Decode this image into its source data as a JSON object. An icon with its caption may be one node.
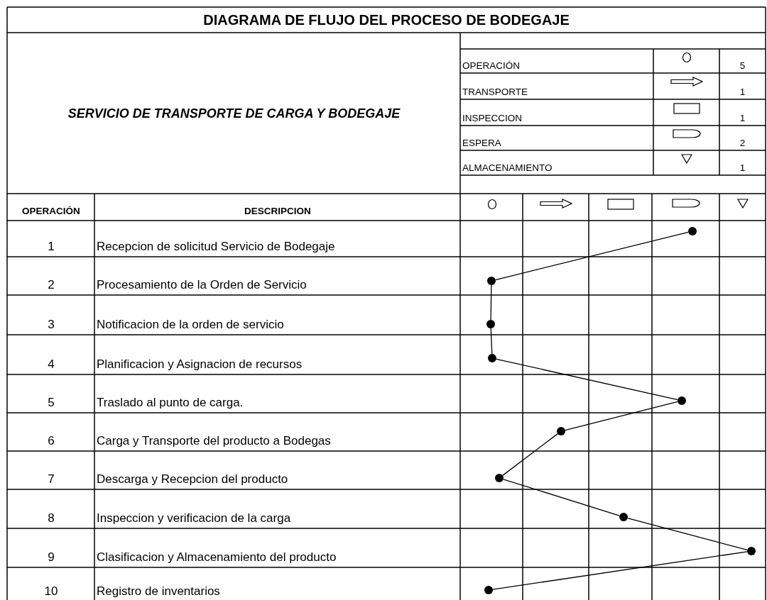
{
  "diagram": {
    "title": "DIAGRAMA DE FLUJO DEL PROCESO DE BODEGAJE",
    "nodes": [
      {
        "text": [],
        "shape": "circle"
      },
      {
        "text": [],
        "shape": "circle"
      },
      {
        "text": [],
        "shape": "circle"
      },
      {
        "text": [],
        "shape": "circle"
      },
      {
        "text": [],
        "shape": "circle"
      },
      {
        "text": [],
        "shape": "circle"
      },
      {
        "text": [],
        "shape": "circle"
      },
      {
        "text": [],
        "shape": "circle"
      },
      {
        "text": [],
        "shape": "circle"
      },
      {
        "text": [],
        "shape": "circle"
      }
    ],
    "edges": [
      {
        "from": 0,
        "to": 1,
        "arrow": "none"
      },
      {
        "from": 1,
        "to": 2,
        "arrow": "none"
      },
      {
        "from": 2,
        "to": 3,
        "arrow": "none"
      },
      {
        "from": 3,
        "to": 4,
        "arrow": "none"
      },
      {
        "from": 4,
        "to": 5,
        "arrow": "none"
      },
      {
        "from": 5,
        "to": 6,
        "arrow": "none"
      },
      {
        "from": 6,
        "to": 7,
        "arrow": "none"
      },
      {
        "from": 7,
        "to": 8,
        "arrow": "none"
      },
      {
        "from": 8,
        "to": 9,
        "arrow": "none"
      }
    ],
    "labels": [
      "SERVICIO DE TRANSPORTE DE CARGA Y BODEGAJE",
      "OPERACIÓN",
      "5",
      "TRANSPORTE",
      "1",
      "INSPECCION",
      "1",
      "ESPERA",
      "2",
      "ALMACENAMIENTO",
      "1",
      "OPERACIÓN",
      "DESCRIPCION",
      "1",
      "Recepcion de solicitud Servicio de Bodegaje",
      "2",
      "Procesamiento de la Orden de Servicio",
      "3",
      "Notificacion de la orden de servicio",
      "4",
      "Planificacion y Asignacion de recursos",
      "5",
      "Traslado al punto de carga.",
      "6",
      "Carga y Transporte del producto a Bodegas",
      "7",
      "Descarga y Recepcion del producto",
      "8",
      "Inspeccion y verificacion de la carga",
      "9",
      "Clasificacion y Almacenamiento del producto",
      "10",
      "Registro de inventarios"
    ]
  }
}
